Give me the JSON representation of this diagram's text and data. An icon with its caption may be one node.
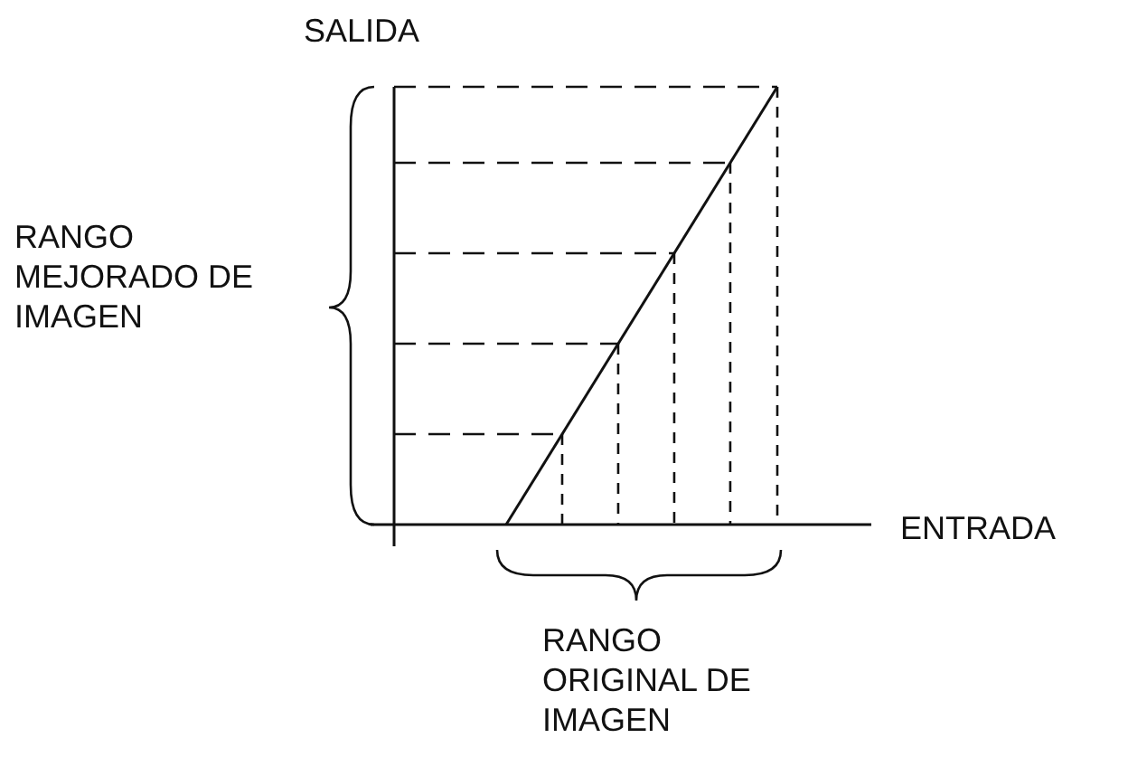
{
  "diagram": {
    "labels": [
      "SALIDA",
      "RANGO MEJORADO DE IMAGEN",
      "ENTRADA",
      "RANGO ORIGINAL DE IMAGEN"
    ]
  }
}
